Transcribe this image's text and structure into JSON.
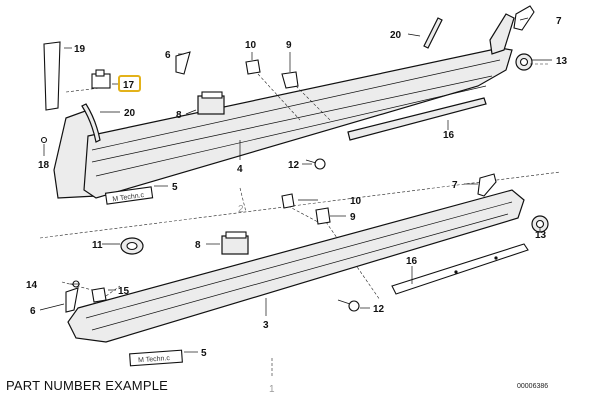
{
  "labels": {
    "p1": "1",
    "p2": "2",
    "p3": "3",
    "p4": "4",
    "p5a": "5",
    "p5b": "5",
    "p6a": "6",
    "p6b": "6",
    "p7a": "7",
    "p7b": "7",
    "p8a": "8",
    "p8b": "8",
    "p9a": "9",
    "p9b": "9",
    "p10a": "10",
    "p10b": "10",
    "p11": "11",
    "p12a": "12",
    "p12b": "12",
    "p13a": "13",
    "p13b": "13",
    "p14": "14",
    "p15": "15",
    "p16a": "16",
    "p16b": "16",
    "p17": "17",
    "p18": "18",
    "p19": "19",
    "p20a": "20",
    "p20b": "20"
  },
  "emblem_text_a": "M Techn.c",
  "emblem_text_b": "M Techn.c",
  "highlight_color": "#e3b21a",
  "caption": "PART NUMBER EXAMPLE",
  "reference_code": "00006386"
}
